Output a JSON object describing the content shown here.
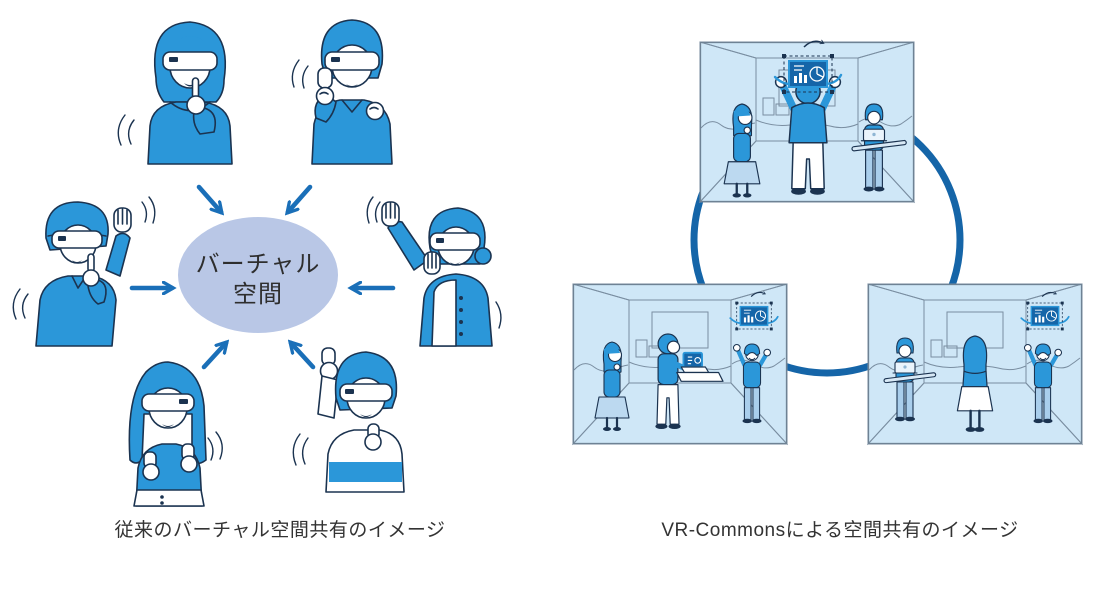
{
  "page": {
    "background": "#ffffff"
  },
  "colors": {
    "figure_blue": "#2b97d9",
    "outline_navy": "#1b3350",
    "arrow_blue": "#1a6fb8",
    "circle_blue": "#1565a8",
    "ellipse_fill": "#b9c7e6",
    "room_wall": "#c6e1f4",
    "room_back_wall": "#e1f0fa",
    "room_floor": "#d6eaf8",
    "screen_dark": "#1565a8",
    "caption_text": "#333333"
  },
  "left_diagram": {
    "caption": "従来のバーチャル空間共有のイメージ",
    "ellipse": {
      "line1": "バーチャル",
      "line2": "空間"
    },
    "people": [
      "vr-woman-bob-pointing",
      "vr-man-controller-fists",
      "vr-man-cap-waving",
      "vr-woman-scarf-waving",
      "vr-woman-longhair-controllers",
      "vr-man-stripe-controller"
    ],
    "arrows": [
      "top-left",
      "top-right",
      "left",
      "right",
      "bottom-left",
      "bottom-right"
    ]
  },
  "right_diagram": {
    "caption": "VR-Commonsによる空間共有のイメージ",
    "rooms": [
      {
        "position": "top",
        "occupants": [
          "woman-standing",
          "man-back-raising-hands-at-floating-screen",
          "man-holding-laptop"
        ]
      },
      {
        "position": "bottom-left",
        "occupants": [
          "woman-standing",
          "man-typing-laptop-desk",
          "man-waving-at-floating-screen"
        ]
      },
      {
        "position": "bottom-right",
        "occupants": [
          "man-holding-laptop",
          "woman-back-view",
          "man-waving-at-floating-screen"
        ]
      }
    ],
    "connector": "circular-sync-arcs"
  }
}
